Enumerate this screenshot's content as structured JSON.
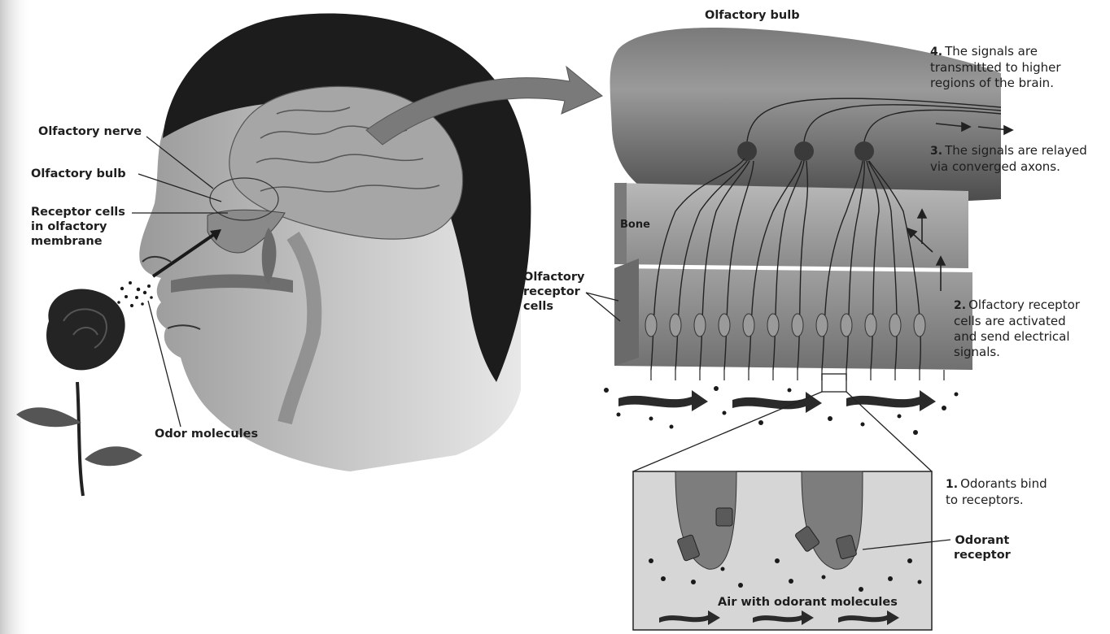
{
  "head_labels": {
    "olfactory_nerve": "Olfactory nerve",
    "olfactory_bulb": "Olfactory bulb",
    "receptor_cells": "Receptor cells\nin olfactory\nmembrane",
    "odor_molecules": "Odor molecules"
  },
  "detail_labels": {
    "olfactory_bulb_top": "Olfactory bulb",
    "bone": "Bone",
    "olfactory_receptor_cells": "Olfactory\nreceptor\ncells",
    "odorant_receptor": "Odorant\nreceptor",
    "air_with_odorant": "Air with odorant molecules"
  },
  "steps": [
    {
      "num": "4.",
      "text": "The signals are\ntransmitted to higher\nregions of the brain."
    },
    {
      "num": "3.",
      "text": "The signals are relayed\nvia converged axons."
    },
    {
      "num": "2.",
      "text": "Olfactory receptor\ncells are activated\nand send electrical\nsignals."
    },
    {
      "num": "1.",
      "text": "Odorants bind\nto receptors."
    }
  ],
  "colors": {
    "skin": "#bdbdbd",
    "hair": "#1c1c1c",
    "bulb": "#5a5a5a",
    "bone": "#9c9c9c",
    "membrane": "#8e8e8e",
    "arrow": "#3a3a3a"
  }
}
